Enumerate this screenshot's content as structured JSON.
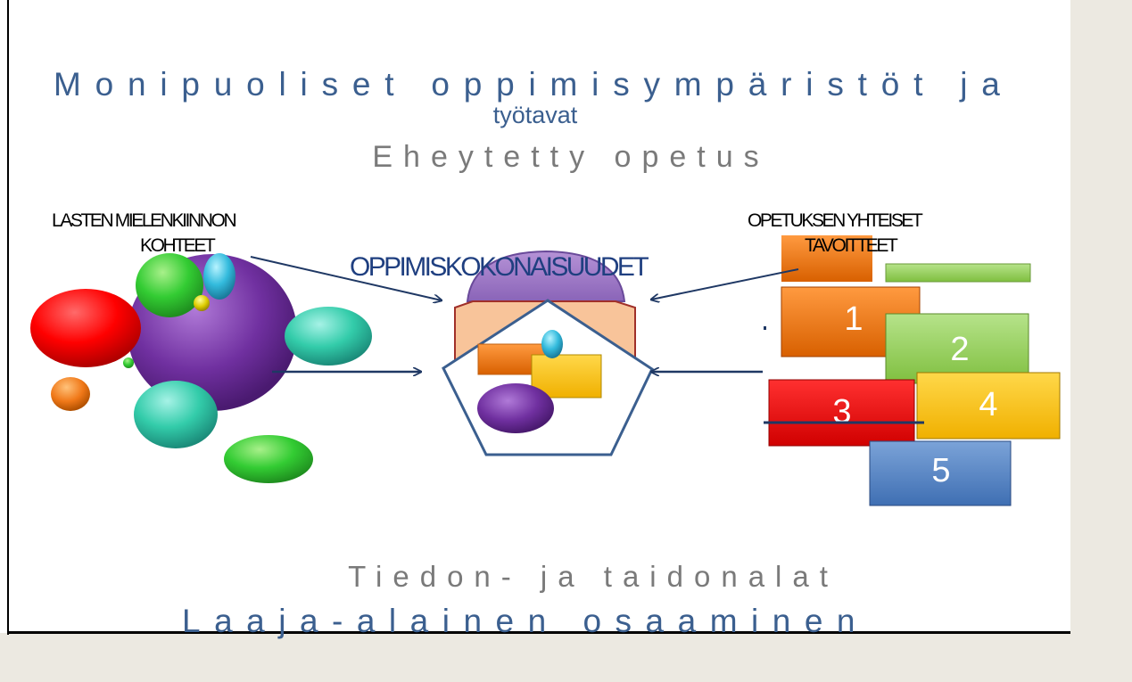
{
  "title_line1": "Monipuoliset oppimisympäristöt ja",
  "title_line2": "työtavat",
  "subtitle_top": "Eheytetty opetus",
  "subtitle_bottom1": "Tiedon- ja taidonalat",
  "subtitle_bottom2": "Laaja-alainen osaaminen",
  "left_label_line1": "LASTEN MIELENKIINNON",
  "left_label_line2": "KOHTEET",
  "right_label_line1": "OPETUKSEN YHTEISET",
  "right_label_line2": "TAVOITTEET",
  "center_label": "OPPIMISKOKONAISUUDET",
  "blocks": [
    {
      "label": "1",
      "color": "#f07818"
    },
    {
      "label": "2",
      "color": "#92d050"
    },
    {
      "label": "3",
      "color": "#ff0000"
    },
    {
      "label": "4",
      "color": "#ffc000"
    },
    {
      "label": "5",
      "color": "#4f81bd"
    }
  ],
  "colors": {
    "title_blue": "#3b5f8f",
    "gray_text": "#7a7a7a",
    "arrow": "#1f3864",
    "purple": "#7030a0",
    "teal": "#33cccc",
    "green": "#33cc33"
  }
}
